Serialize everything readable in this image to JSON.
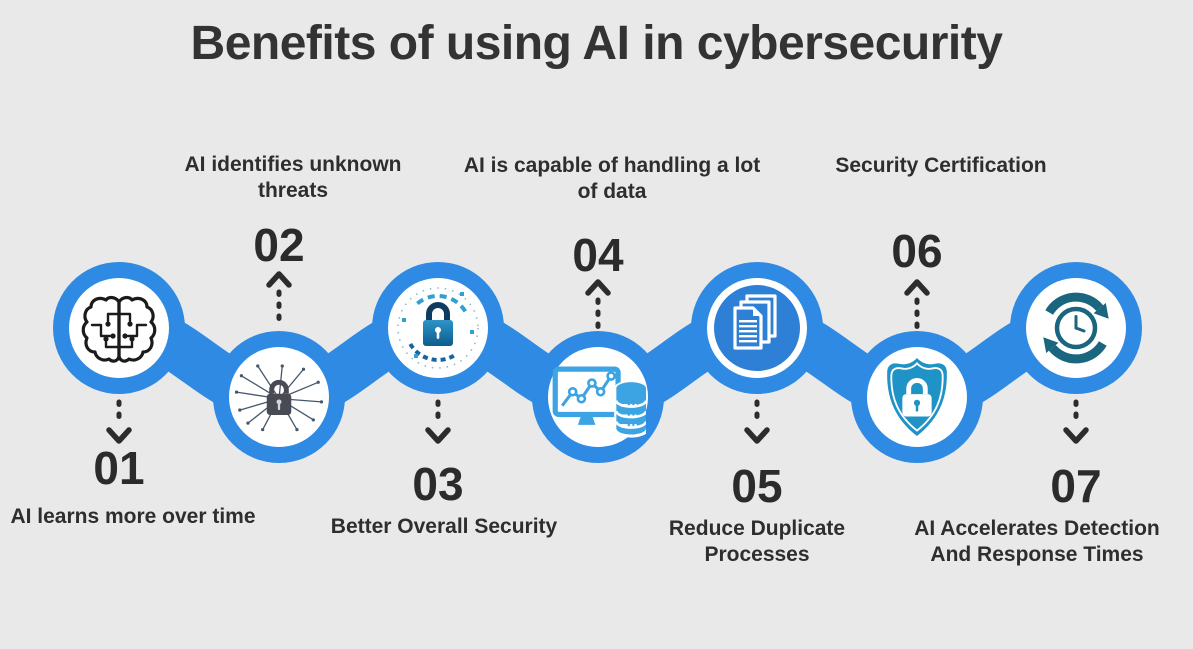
{
  "title": "Benefits of using AI in cybersecurity",
  "colors": {
    "background": "#e9e9e9",
    "chain_blue": "#2f8ae4",
    "title_text": "#333333",
    "number_text": "#2b2b2b",
    "label_text": "#2e2e2e",
    "arrow_dark": "#2c2c2c",
    "icon_sky_blue": "#3da4e4",
    "icon_doc_blue": "#2e7fd6",
    "icon_shield_teal": "#2093c6",
    "icon_clock_teal": "#19667e"
  },
  "items": [
    {
      "number": "01",
      "label": "AI learns more over time",
      "icon": "brain-circuit-icon",
      "label_position": "below"
    },
    {
      "number": "02",
      "label": "AI identifies unknown threats",
      "icon": "circuit-lock-icon",
      "label_position": "above"
    },
    {
      "number": "03",
      "label": "Better Overall Security",
      "icon": "digital-lock-icon",
      "label_position": "below"
    },
    {
      "number": "04",
      "label": "AI is capable of handling a lot of data",
      "icon": "data-monitor-icon",
      "label_position": "above"
    },
    {
      "number": "05",
      "label": "Reduce Duplicate Processes",
      "icon": "documents-icon",
      "label_position": "below"
    },
    {
      "number": "06",
      "label": "Security Certification",
      "icon": "shield-lock-icon",
      "label_position": "above"
    },
    {
      "number": "07",
      "label": "AI Accelerates Detection And Response Times",
      "icon": "clock-sync-icon",
      "label_position": "below"
    }
  ]
}
